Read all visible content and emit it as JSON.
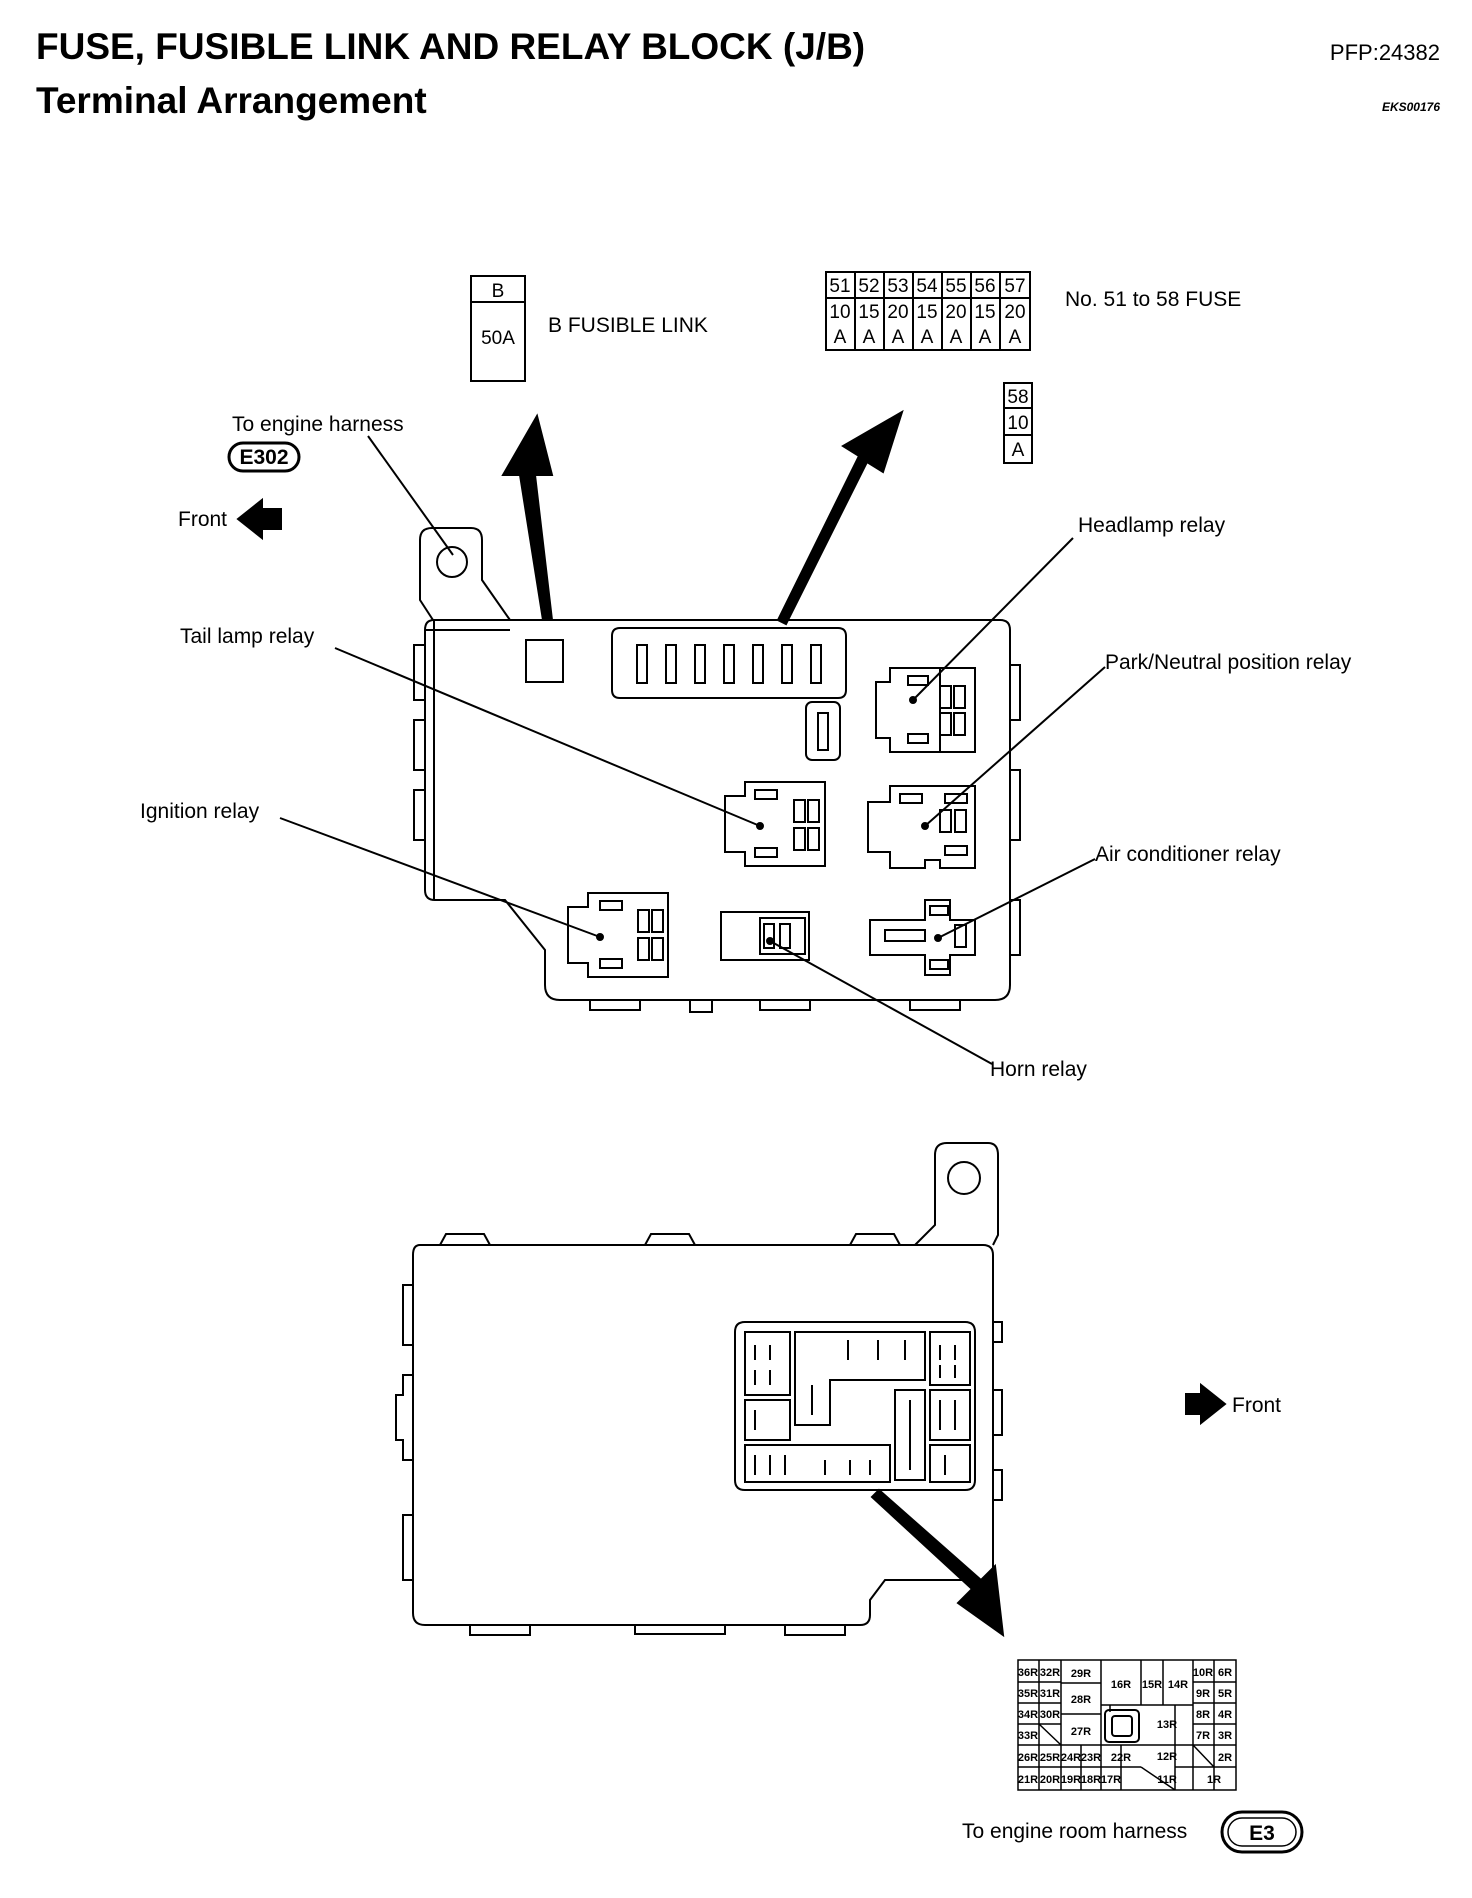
{
  "header": {
    "title": "FUSE, FUSIBLE LINK AND RELAY BLOCK (J/B)",
    "subtitle": "Terminal Arrangement",
    "pfp": "PFP:24382",
    "doc_id": "EKS00176"
  },
  "fusible_link": {
    "letter": "B",
    "rating": "50A",
    "label": "B FUSIBLE LINK"
  },
  "fuses": {
    "label": "No. 51 to 58 FUSE",
    "items": [
      {
        "no": "51",
        "amp": "10",
        "unit": "A"
      },
      {
        "no": "52",
        "amp": "15",
        "unit": "A"
      },
      {
        "no": "53",
        "amp": "20",
        "unit": "A"
      },
      {
        "no": "54",
        "amp": "15",
        "unit": "A"
      },
      {
        "no": "55",
        "amp": "20",
        "unit": "A"
      },
      {
        "no": "56",
        "amp": "15",
        "unit": "A"
      },
      {
        "no": "57",
        "amp": "20",
        "unit": "A"
      }
    ],
    "extra": {
      "no": "58",
      "amp": "10",
      "unit": "A"
    }
  },
  "labels": {
    "engine_harness": "To engine harness",
    "e302": "E302",
    "front_top": "Front",
    "headlamp_relay": "Headlamp relay",
    "tail_lamp_relay": "Tail lamp relay",
    "park_neutral_relay": "Park/Neutral position relay",
    "ignition_relay": "Ignition relay",
    "ac_relay": "Air conditioner relay",
    "horn_relay": "Horn relay",
    "front_bottom": "Front",
    "engine_room_harness": "To engine room harness",
    "e3": "E3"
  },
  "connector_e3": {
    "col1": [
      "36R",
      "35R",
      "34R",
      "33R",
      "26R",
      "21R"
    ],
    "col2": [
      "32R",
      "31R",
      "30R",
      "",
      "25R",
      "20R"
    ],
    "left_bottom": [
      "24R",
      "23R",
      "22R",
      "19R",
      "18R",
      "17R"
    ],
    "mid": [
      "29R",
      "28R",
      "27R"
    ],
    "top_mid": [
      "16R",
      "15R",
      "14R"
    ],
    "right_inner": [
      "13R",
      "12R",
      "11R"
    ],
    "right_a": [
      "10R",
      "9R",
      "8R",
      "7R",
      ""
    ],
    "right_b": [
      "6R",
      "5R",
      "4R",
      "3R",
      "2R"
    ],
    "right_bottom": "1R"
  }
}
